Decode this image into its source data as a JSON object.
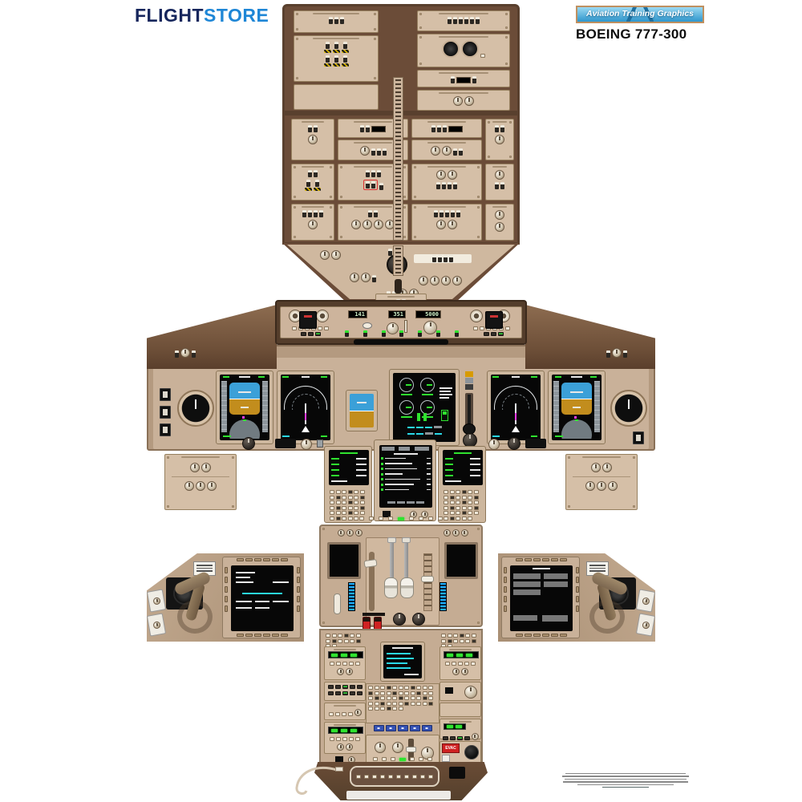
{
  "header": {
    "logo_part1": "FLIGHT",
    "logo_part2": "STORE",
    "badge_label": "Aviation Training Graphics",
    "poster_title": "BOEING 777-300"
  },
  "mcp": {
    "speed": "141",
    "heading": "351",
    "altitude": "5000"
  },
  "pedestal": {
    "evac_label": "EVAC"
  },
  "colors": {
    "logo_navy": "#16265c",
    "logo_blue": "#1e86d6",
    "badge_blue": "#3ea7dd",
    "badge_border": "#bf9060",
    "frame_brown": "#6b4c38",
    "glare_brown": "#7c5c43",
    "panel_tan": "#c9b199",
    "subpanel_tan": "#d8c3ab",
    "screen_black": "#070707",
    "display_green": "#2fe32f",
    "display_cyan": "#2ad8e8",
    "display_magenta": "#ff3df0",
    "pfd_sky": "#3ba0d8",
    "pfd_ground": "#c28d1d",
    "evac_red": "#cf2222"
  }
}
